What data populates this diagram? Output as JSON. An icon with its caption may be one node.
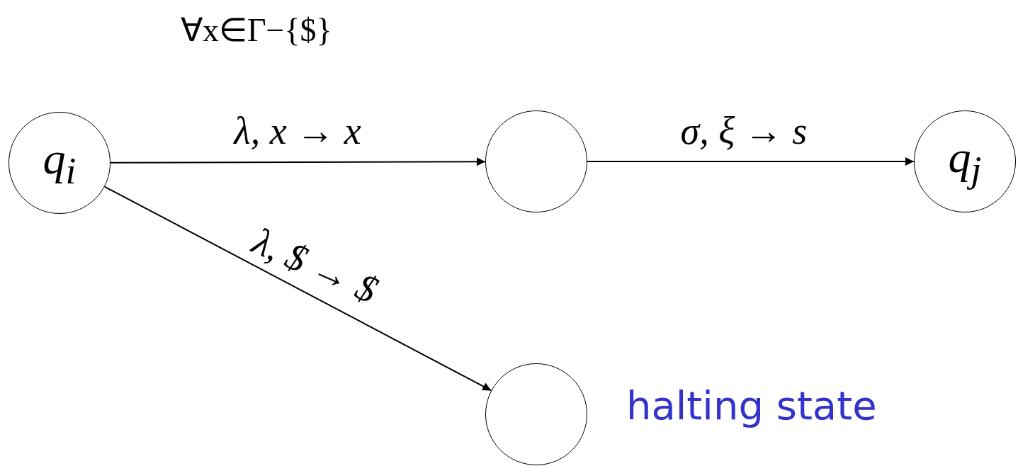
{
  "diagram": {
    "nodes": [
      {
        "text": [
          "q$_{i}$"
        ]
      },
      {
        "text": [],
        "shape": "circle"
      },
      {
        "text": [
          "q$_{j}$"
        ]
      },
      {
        "text": [],
        "shape": "circle",
        "beside": [
          "halting state"
        ]
      }
    ],
    "edges": [
      {
        "from": 0,
        "to": 1,
        "arrow": "to",
        "label": "λ, x → x"
      },
      {
        "from": 1,
        "to": 2,
        "arrow": "to",
        "label": "σ, ξ → s"
      },
      {
        "from": 0,
        "to": 3,
        "arrow": "to",
        "label": "λ, $ → $"
      }
    ],
    "labels": [
      "∀x∈Γ−{$}"
    ]
  }
}
